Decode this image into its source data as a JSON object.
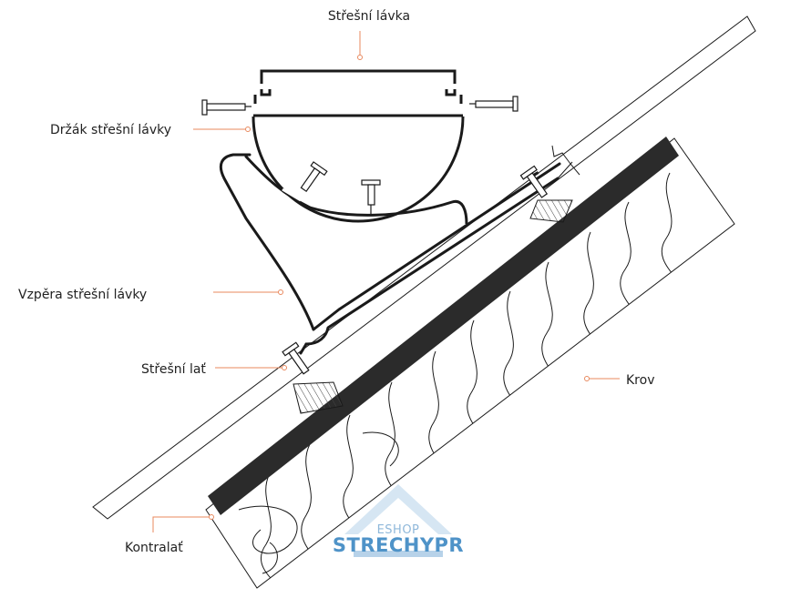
{
  "labels": {
    "stresni_lavka": "Střešní lávka",
    "drzak_stresni_lavky": "Držák střešní lávky",
    "vzpera_stresni_lavky": "Vzpěra střešní lávky",
    "stresni_lat": "Střešní lať",
    "krov": "Krov",
    "kontralat": "Kontralať"
  },
  "watermark": {
    "line1": "ESHOP",
    "line2": "STRECHYPR"
  },
  "colors": {
    "leader": "#e8895e",
    "outline": "#1a1a1a",
    "roof_band": "#2b2b2b",
    "watermark_light": "#8fb8da",
    "watermark_dark": "#4f93c8"
  }
}
